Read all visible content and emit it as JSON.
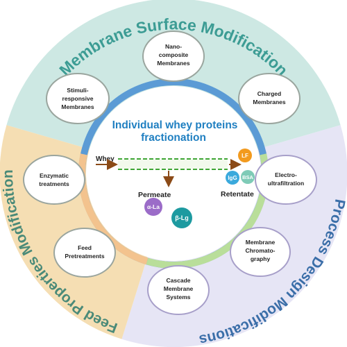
{
  "center": {
    "title_lines": [
      "Individual whey proteins",
      "fractionation"
    ],
    "whey_label": "Whey",
    "permeate_label": "Permeate",
    "retentate_label": "Retentate",
    "proteins": {
      "lf": "LF",
      "igg": "IgG",
      "bsa": "BSA",
      "a_la": "α-La",
      "b_lg": "β-Lg"
    }
  },
  "sectors": {
    "membrane": {
      "title": "Membrane Surface Modification",
      "nodes": [
        {
          "id": "stimuli",
          "lines": [
            "Stimuli-",
            "responsive",
            "Membranes"
          ]
        },
        {
          "id": "nano",
          "lines": [
            "Nano-",
            "composite",
            "Membranes"
          ]
        },
        {
          "id": "charged",
          "lines": [
            "Charged",
            "Membranes"
          ]
        }
      ]
    },
    "process": {
      "title": "Process Design Modifications",
      "nodes": [
        {
          "id": "electro",
          "lines": [
            "Electro-",
            "ultrafiltration"
          ]
        },
        {
          "id": "chromatography",
          "lines": [
            "Membrane",
            "Chromato-",
            "graphy"
          ]
        },
        {
          "id": "cascade",
          "lines": [
            "Cascade",
            "Membrane",
            "Systems"
          ]
        }
      ]
    },
    "feed": {
      "title": "Feed Properties Modification",
      "nodes": [
        {
          "id": "enzymatic",
          "lines": [
            "Enzymatic",
            "treatments"
          ]
        },
        {
          "id": "feed",
          "lines": [
            "Feed",
            "Pretreatments"
          ]
        }
      ]
    }
  },
  "colors": {
    "membrane_sector": "#cde8e3",
    "process_sector": "#e6e5f5",
    "feed_sector": "#f5deb3",
    "membrane_title": "#3c9c94",
    "process_title": "#3a6ea8",
    "feed_title": "#4a8a78",
    "ring_blue": "#5b9bd5",
    "ring_green": "#b9de9a",
    "ring_orange": "#f3c38e",
    "node_border": "#9aa59e",
    "process_node_border": "#a79fc9",
    "title_blue": "#1f7fc1",
    "lf": "#f29a1e",
    "igg": "#3aa9dc",
    "bsa": "#7fcbb7",
    "a_la": "#9b6cc8",
    "b_lg": "#1d9aa0",
    "arrow": "#8b4a17",
    "membrane_dash": "#3fa535"
  }
}
